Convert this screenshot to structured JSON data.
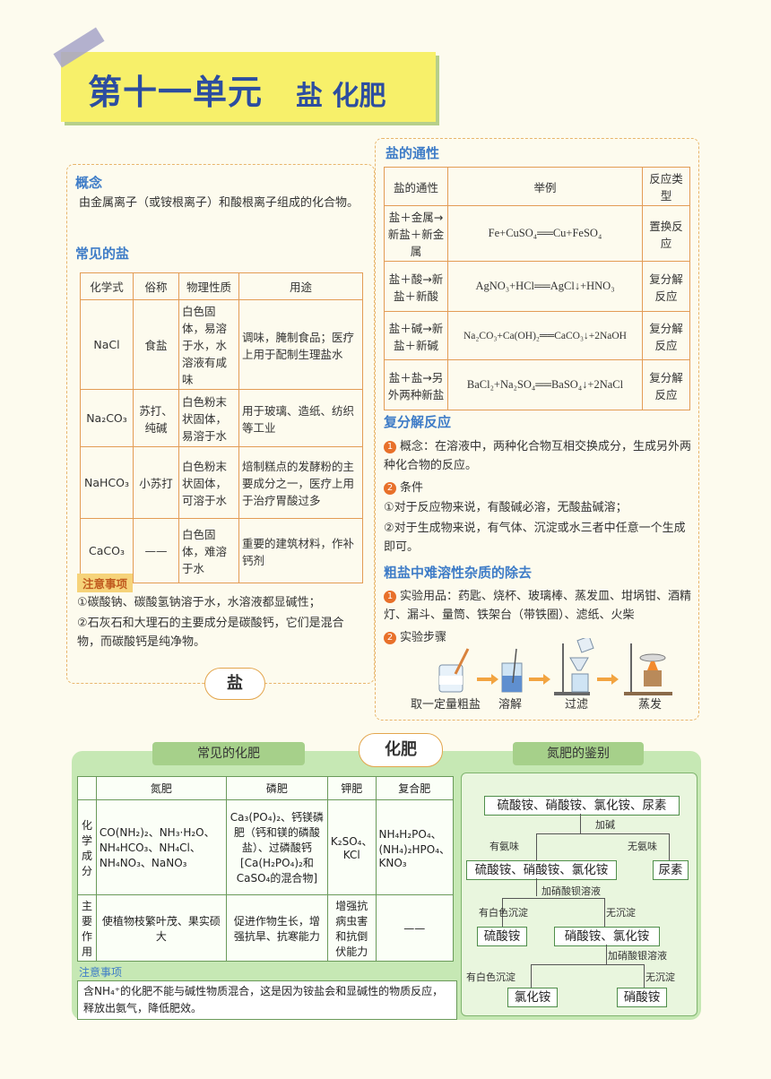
{
  "header": {
    "unit": "第十一单元",
    "topic": "盐 化肥"
  },
  "salt": {
    "concept_title": "概念",
    "concept_text": "由金属离子（或铵根离子）和酸根离子组成的化合物。",
    "common_title": "常见的盐",
    "table": {
      "headers": [
        "化学式",
        "俗称",
        "物理性质",
        "用途"
      ],
      "rows": [
        {
          "formula": "NaCl",
          "name": "食盐",
          "props": "白色固体，易溶于水，水溶液有咸味",
          "use": "调味，腌制食品；医疗上用于配制生理盐水"
        },
        {
          "formula": "Na₂CO₃",
          "name": "苏打、纯碱",
          "props": "白色粉末状固体，易溶于水",
          "use": "用于玻璃、造纸、纺织等工业"
        },
        {
          "formula": "NaHCO₃",
          "name": "小苏打",
          "props": "白色粉末状固体，可溶于水",
          "use": "焙制糕点的发酵粉的主要成分之一，医疗上用于治疗胃酸过多"
        },
        {
          "formula": "CaCO₃",
          "name": "——",
          "props": "白色固体，难溶于水",
          "use": "重要的建筑材料，作补钙剂"
        }
      ]
    },
    "note_tag": "注意事项",
    "notes": [
      "①碳酸钠、碳酸氢钠溶于水，水溶液都显碱性；",
      "②石灰石和大理石的主要成分是碳酸钙，它们是混合物，而碳酸钙是纯净物。"
    ],
    "oval_label": "盐"
  },
  "general": {
    "title": "盐的通性",
    "headers": [
      "盐的通性",
      "举例",
      "反应类型"
    ],
    "rows": [
      {
        "prop": "盐＋金属→新盐＋新金属",
        "example": "Fe+CuSO₄══Cu+FeSO₄",
        "type": "置换反应"
      },
      {
        "prop": "盐＋酸→新盐＋新酸",
        "example": "AgNO₃+HCl══AgCl↓+HNO₃",
        "type": "复分解反应"
      },
      {
        "prop": "盐＋碱→新盐＋新碱",
        "example": "Na₂CO₃+Ca(OH)₂══CaCO₃↓+2NaOH",
        "type": "复分解反应"
      },
      {
        "prop": "盐＋盐→另外两种新盐",
        "example": "BaCl₂+Na₂SO₄══BaSO₄↓+2NaCl",
        "type": "复分解反应"
      }
    ],
    "metathesis_title": "复分解反应",
    "m1": "概念：在溶液中，两种化合物互相交换成分，生成另外两种化合物的反应。",
    "m2": "条件",
    "m2a": "①对于反应物来说，有酸碱必溶，无酸盐碱溶；",
    "m2b": "②对于生成物来说，有气体、沉淀或水三者中任意一个生成即可。",
    "purify_title": "粗盐中难溶性杂质的除去",
    "p1": "实验用品：药匙、烧杯、玻璃棒、蒸发皿、坩埚钳、酒精灯、漏斗、量筒、铁架台（带铁圈）、滤纸、火柴",
    "p2": "实验步骤",
    "steps": [
      "取一定量粗盐",
      "溶解",
      "过滤",
      "蒸发"
    ]
  },
  "fert": {
    "oval_label": "化肥",
    "common_tag": "常见的化肥",
    "ident_tag": "氮肥的鉴别",
    "headers": [
      "氮肥",
      "磷肥",
      "钾肥",
      "复合肥"
    ],
    "row1_label": "化学成分",
    "row1": [
      "CO(NH₂)₂、NH₃·H₂O、NH₄HCO₃、NH₄Cl、NH₄NO₃、NaNO₃",
      "Ca₃(PO₄)₂、钙镁磷肥（钙和镁的磷酸盐）、过磷酸钙[Ca(H₂PO₄)₂和CaSO₄的混合物]",
      "K₂SO₄、KCl",
      "NH₄H₂PO₄、(NH₄)₂HPO₄、KNO₃"
    ],
    "row2_label": "主要作用",
    "row2": [
      "使植物枝繁叶茂、果实硕大",
      "促进作物生长，增强抗旱、抗寒能力",
      "增强抗病虫害和抗倒伏能力",
      "——"
    ],
    "note_tag": "注意事项",
    "note": "含NH₄⁺的化肥不能与碱性物质混合，这是因为铵盐会和显碱性的物质反应，释放出氨气，降低肥效。",
    "ident": {
      "top": "硫酸铵、硝酸铵、氯化铵、尿素",
      "add_base": "加碱",
      "smell": "有氨味",
      "no_smell": "无氨味",
      "mid": "硫酸铵、硝酸铵、氯化铵",
      "urea": "尿素",
      "add_ba": "加硝酸钡溶液",
      "ppt1": "有白色沉淀",
      "noppt1": "无沉淀",
      "sulfate": "硫酸铵",
      "nitr_chlor": "硝酸铵、氯化铵",
      "add_ag": "加硝酸银溶液",
      "ppt2": "有白色沉淀",
      "noppt2": "无沉淀",
      "chloride": "氯化铵",
      "nitrate": "硝酸铵"
    }
  }
}
